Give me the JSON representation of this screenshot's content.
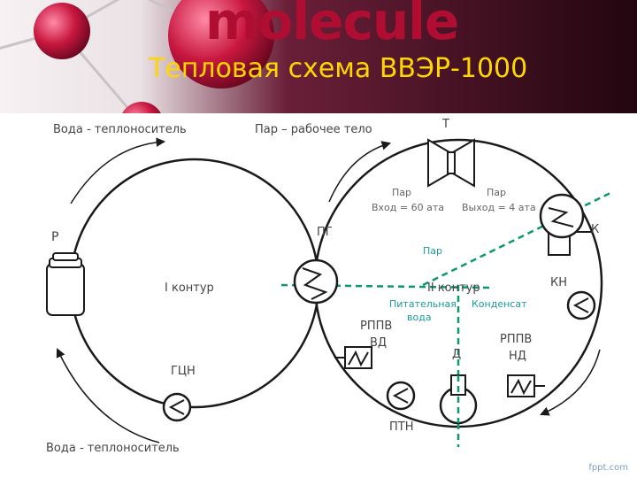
{
  "slide": {
    "brand": "molecule",
    "title": "Тепловая схема ВВЭР-1000",
    "watermark": "fppt.com"
  },
  "labels": {
    "water_coolant_top": "Вода - теплоноситель",
    "steam_working_body": "Пар – рабочее тело",
    "turbine": "Т",
    "steam_in_1": "Пар",
    "steam_in_2": "Вход = 60 ата",
    "steam_out_1": "Пар",
    "steam_out_2": "Выход = 4 ата",
    "reactor": "Р",
    "steam_generator": "ПГ",
    "condenser": "К",
    "steam": "Пар",
    "circuit_1": "I контур",
    "circuit_2": "II контур",
    "condensate_pump": "КН",
    "feed_water_1": "Питательная",
    "feed_water_2": "вода",
    "condensate": "Конденсат",
    "hp_heater_1": "РППВ",
    "hp_heater_2": "ВД",
    "lp_heater_1": "РППВ",
    "lp_heater_2": "НД",
    "deaerator": "Д",
    "main_circ_pump": "ГЦН",
    "feed_pump": "ПТН",
    "water_coolant_bottom": "Вода - теплоноситель"
  },
  "colors": {
    "brand": "#b00d32",
    "title": "#ffd700",
    "banner_dark": "#2a0816",
    "line": "#1a1a1a",
    "accent_green": "#0a9a6a",
    "teal_text": "#1b9aa0",
    "gray_text": "#444444"
  }
}
